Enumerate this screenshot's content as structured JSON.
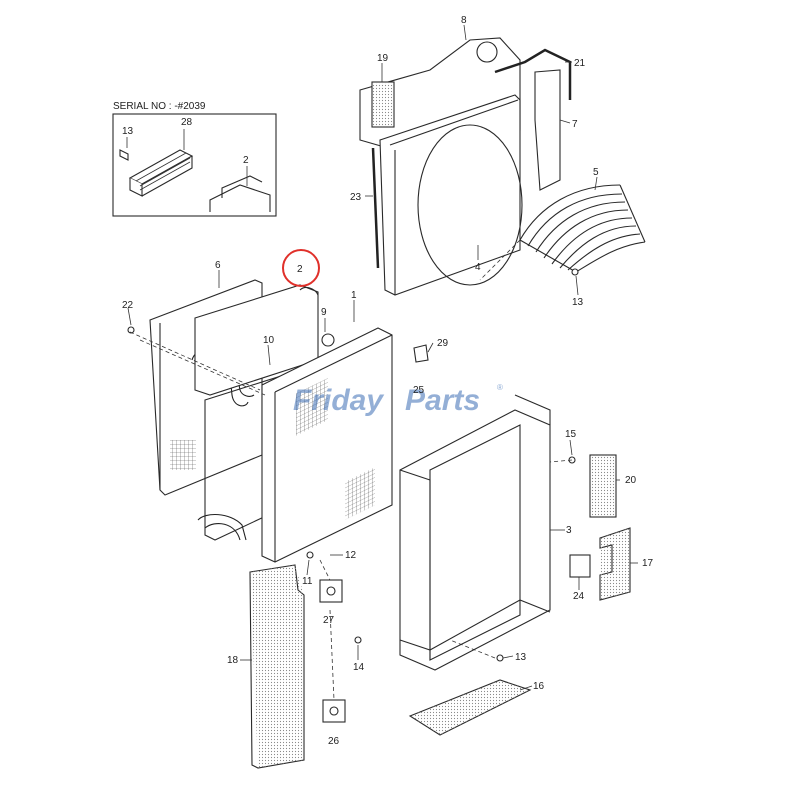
{
  "serial_box": {
    "label": "SERIAL NO : -#2039"
  },
  "watermark": {
    "text_a": "Friday",
    "text_b": "Parts",
    "registered": "®",
    "color": "#3d6fb6"
  },
  "highlight": {
    "part": "2",
    "color": "#e0302a"
  },
  "callouts": {
    "c1": "1",
    "c2": "2",
    "c2b": "2",
    "c3": "3",
    "c4": "4",
    "c5": "5",
    "c6": "6",
    "c7": "7",
    "c8": "8",
    "c9": "9",
    "c10": "10",
    "c11": "11",
    "c12": "12",
    "c13a": "13",
    "c13b": "13",
    "c13c": "13",
    "c14": "14",
    "c15": "15",
    "c16": "16",
    "c17": "17",
    "c18": "18",
    "c19": "19",
    "c20": "20",
    "c21": "21",
    "c22": "22",
    "c23": "23",
    "c24": "24",
    "c25": "25",
    "c26": "26",
    "c27": "27",
    "c28": "28",
    "c29": "29"
  }
}
